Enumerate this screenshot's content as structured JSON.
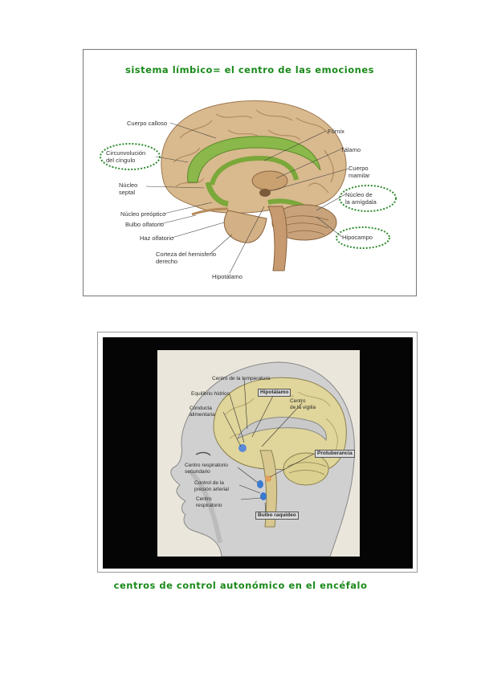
{
  "panel1": {
    "title": "sistema límbico= el centro de las emociones",
    "labels": {
      "cuerpo_calloso": "Cuerpo calloso",
      "circunvolucion": "Circunvolución\ndel cíngulo",
      "nucleo_septal": "Núcleo\nseptal",
      "nucleo_preoptico": "Núcleo preóptico",
      "bulbo_olfatorio": "Bulbo olfatorio",
      "haz_olfatorio": "Haz olfatorio",
      "corteza": "Corteza del hemisferio\nderecho",
      "hipotalamo": "Hipotálamo",
      "fornix": "Fórnix",
      "talamo": "Tálamo",
      "cuerpo_mamilar": "Cuerpo\nmamilar",
      "nucleo_amigdala": "Núcleo de\nla amígdala",
      "hipocampo": "Hipocampo"
    }
  },
  "panel2": {
    "labels": {
      "centro_temperatura": "Centro de la temperatura",
      "equilibrio_hidrico": "Equilibrio hídrico",
      "conducta_alimentaria": "Conducta\nalimentaria",
      "hipotalamo": "Hipotálamo",
      "centro_vigilia": "Centro\nde la vigilia",
      "protuberancia": "Protuberancia",
      "centro_respiratorio_secundario": "Centro respiratorio\nsecundario",
      "control_presion": "Control de la\npresión arterial",
      "centro_respiratorio": "Centro\nrespiratorio",
      "bulbo_raquideo": "Bulbo raquídeo"
    }
  },
  "title2": "centros de control autonómico en el encéfalo",
  "colors": {
    "title_green": "#1a8a1a",
    "limbic_green": "#8ab84a",
    "brain_tan": "#d8b58a",
    "oval_green": "#2e8b2e"
  }
}
